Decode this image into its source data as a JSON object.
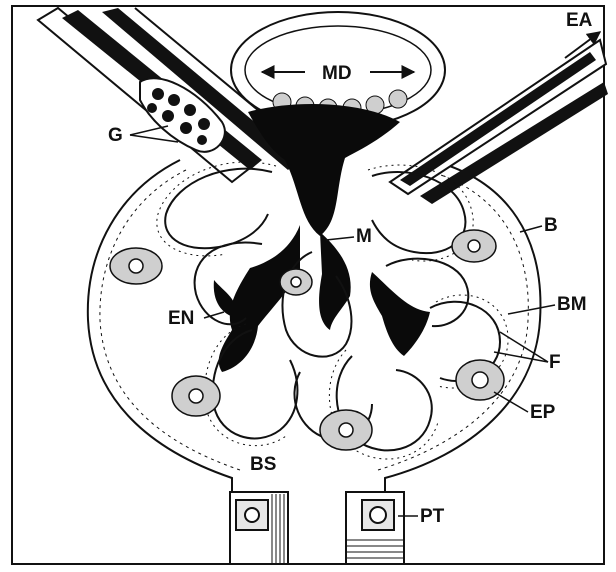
{
  "figure": {
    "labels": {
      "md": "MD",
      "ea": "EA",
      "g": "G",
      "b": "B",
      "m": "M",
      "bm": "BM",
      "en": "EN",
      "f": "F",
      "ep": "EP",
      "bs": "BS",
      "pt": "PT"
    },
    "colors": {
      "ink": "#111111",
      "cell_fill": "#d9d9d9",
      "mesangium": "#0a0a0a",
      "background": "#ffffff"
    }
  }
}
